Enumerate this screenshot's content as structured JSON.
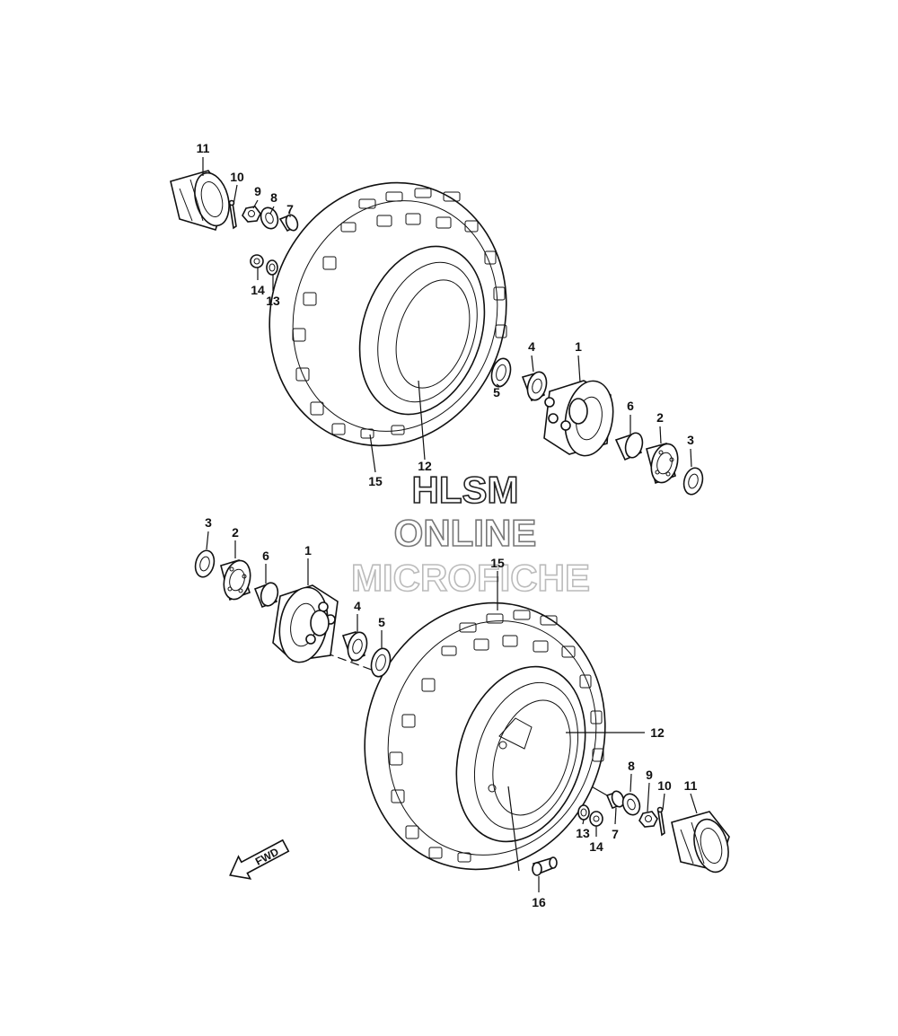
{
  "watermark": {
    "line1": "HLSM",
    "line2": "ONLINE",
    "line3": "MICROFICHE",
    "colors": [
      "#222222",
      "#777777",
      "#bbbbbb"
    ]
  },
  "fwd_label": "FWD",
  "callouts": {
    "top": [
      {
        "key": "p11",
        "text": "11"
      },
      {
        "key": "p10",
        "text": "10"
      },
      {
        "key": "p9",
        "text": "9"
      },
      {
        "key": "p8",
        "text": "8"
      },
      {
        "key": "p7",
        "text": "7"
      },
      {
        "key": "p14",
        "text": "14"
      },
      {
        "key": "p13",
        "text": "13"
      },
      {
        "key": "p4",
        "text": "4"
      },
      {
        "key": "p1",
        "text": "1"
      },
      {
        "key": "p5",
        "text": "5"
      },
      {
        "key": "p6",
        "text": "6"
      },
      {
        "key": "p2",
        "text": "2"
      },
      {
        "key": "p3",
        "text": "3"
      },
      {
        "key": "p12",
        "text": "12"
      },
      {
        "key": "p15",
        "text": "15"
      }
    ],
    "bottom": [
      {
        "key": "p3",
        "text": "3"
      },
      {
        "key": "p2",
        "text": "2"
      },
      {
        "key": "p6",
        "text": "6"
      },
      {
        "key": "p1",
        "text": "1"
      },
      {
        "key": "p4",
        "text": "4"
      },
      {
        "key": "p5",
        "text": "5"
      },
      {
        "key": "p15",
        "text": "15"
      },
      {
        "key": "p12",
        "text": "12"
      },
      {
        "key": "p8",
        "text": "8"
      },
      {
        "key": "p9",
        "text": "9"
      },
      {
        "key": "p10",
        "text": "10"
      },
      {
        "key": "p11",
        "text": "11"
      },
      {
        "key": "p13",
        "text": "13"
      },
      {
        "key": "p14",
        "text": "14"
      },
      {
        "key": "p7",
        "text": "7"
      },
      {
        "key": "p16",
        "text": "16"
      }
    ]
  }
}
